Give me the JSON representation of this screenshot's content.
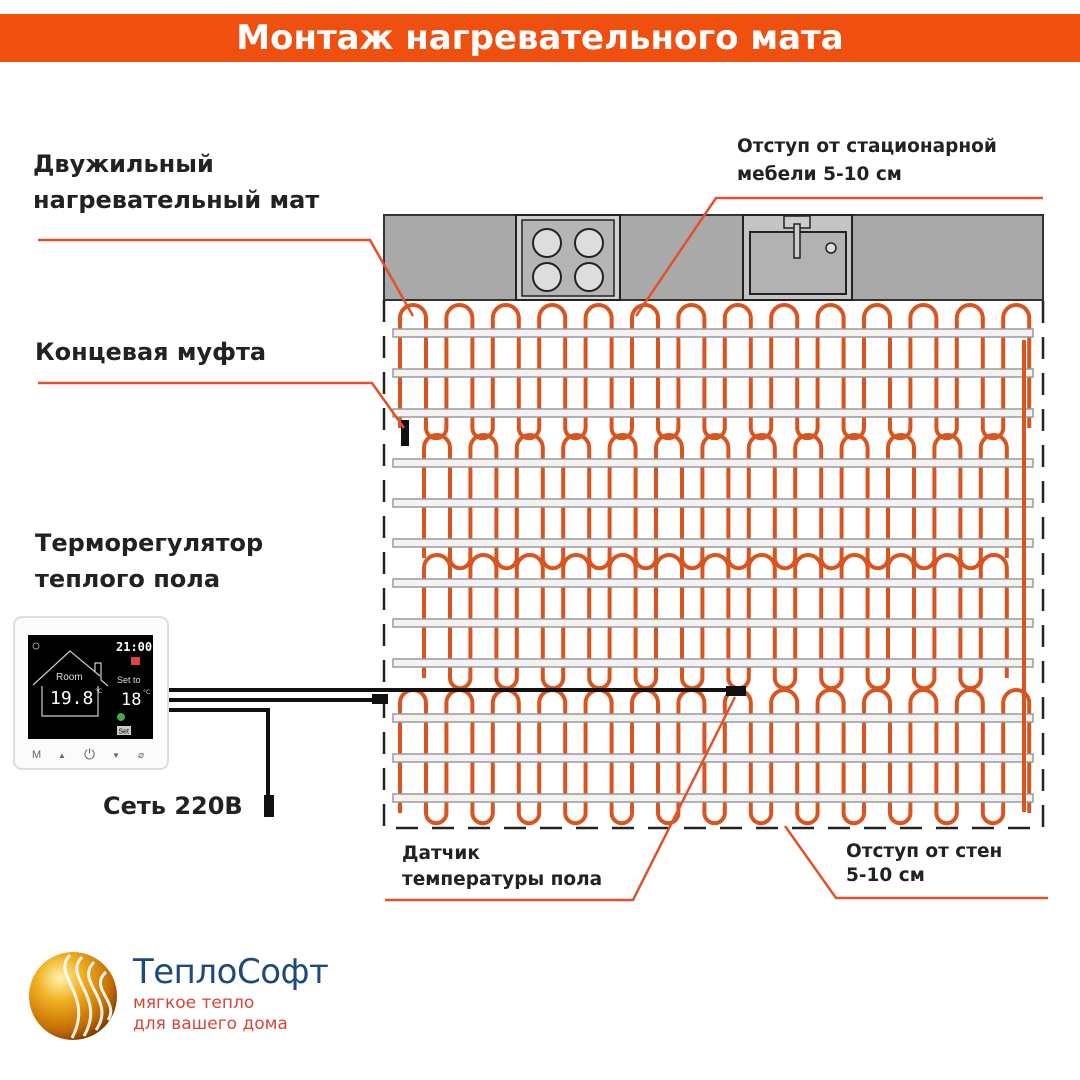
{
  "title": "Монтаж нагревательного мата",
  "labels": {
    "mat_line1": "Двужильный",
    "mat_line2": "нагревательный мат",
    "end_coupling": "Концевая муфта",
    "thermostat_line1": "Терморегулятор",
    "thermostat_line2": "теплого пола",
    "mains": "Сеть 220В",
    "furniture_offset_line1": "Отступ от стационарной",
    "furniture_offset_line2": "мебели 5-10 см",
    "sensor_line1": "Датчик",
    "sensor_line2": "температуры пола",
    "wall_offset_line1": "Отступ от стен",
    "wall_offset_line2": "5-10 см"
  },
  "thermostat": {
    "time": "21:00",
    "room_label": "Room",
    "room_temp": "19.8",
    "set_label": "Set to",
    "set_temp": "18",
    "unit": "°C",
    "set_button": "Set",
    "buttons": [
      "M",
      "▲",
      "⏻",
      "▼",
      "⌀"
    ]
  },
  "logo": {
    "brand": "ТеплоСофт",
    "tagline1": "мягкое тепло",
    "tagline2": "для вашего дома"
  },
  "colors": {
    "banner": "#f0500f",
    "cable": "#d9551f",
    "leader": "#e0532a",
    "counter": "#a8a8a8"
  }
}
